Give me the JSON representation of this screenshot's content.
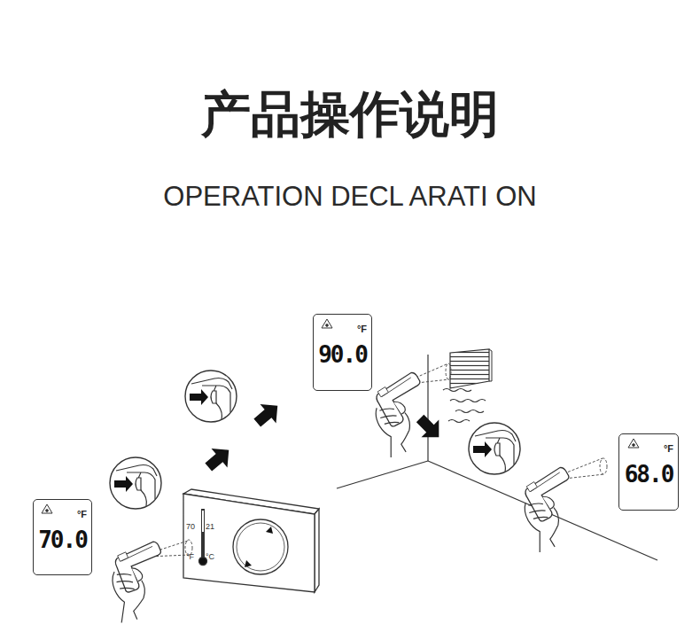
{
  "diagram": {
    "title": "产品操作说明",
    "nodes": [
      {
        "text": [
          "°F",
          "70.0"
        ]
      },
      {
        "text": [
          "70",
          "21",
          "°F",
          "°C"
        ]
      },
      {
        "text": [
          "°F",
          "90.0"
        ]
      },
      {
        "text": [
          "°F",
          "68.0"
        ]
      }
    ],
    "labels": [
      "OPERATION DECL ARATI ON"
    ]
  }
}
